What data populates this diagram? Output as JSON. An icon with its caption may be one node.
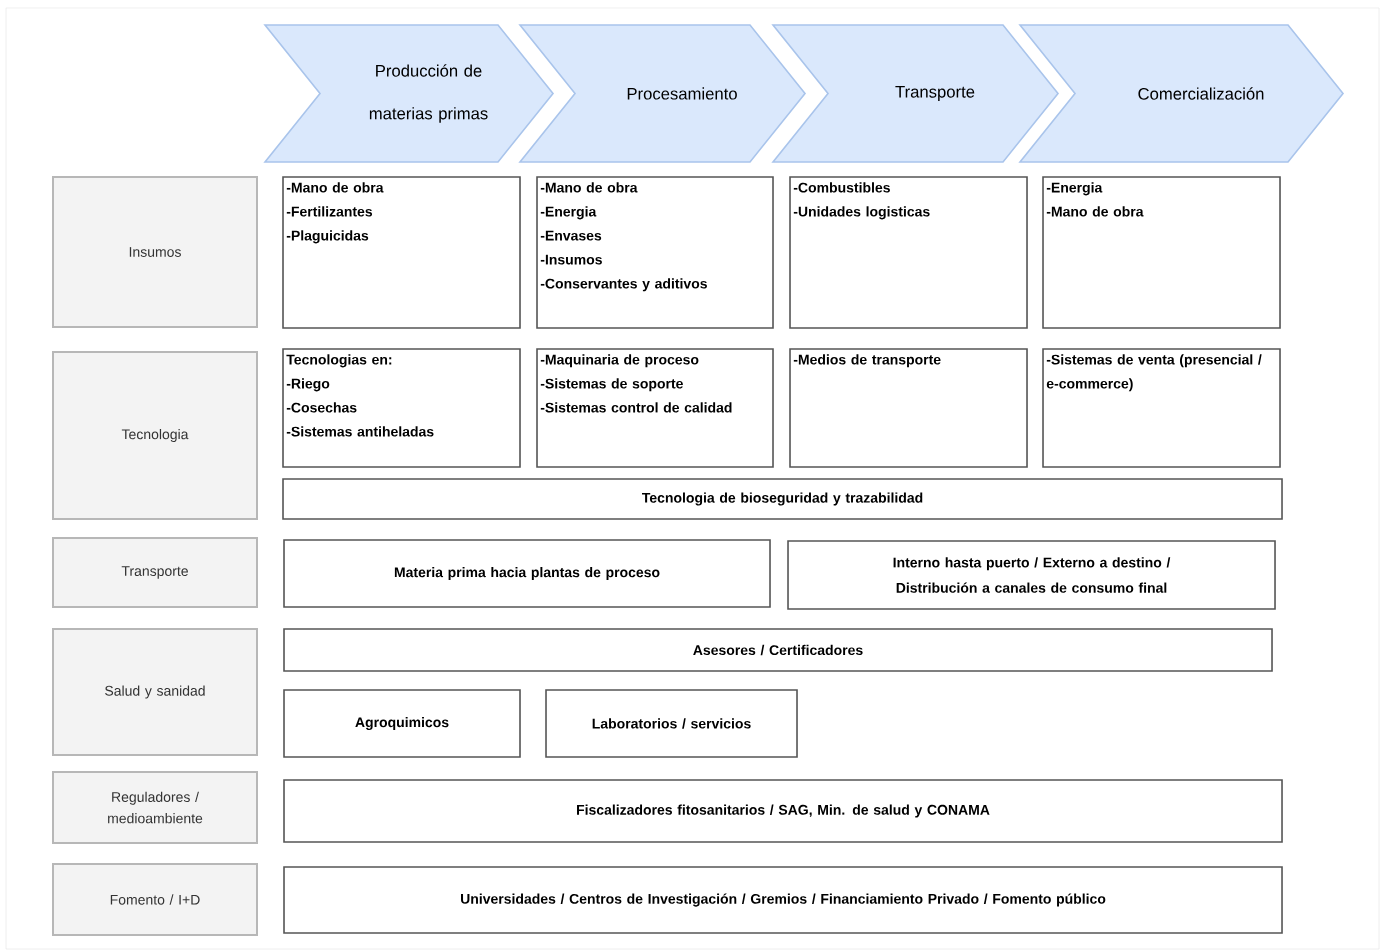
{
  "diagram": {
    "nodes": [
      {
        "text": [
          "Producción de materias primas"
        ]
      },
      {
        "text": [
          "Procesamiento"
        ]
      },
      {
        "text": [
          "Transporte"
        ]
      },
      {
        "text": [
          "Comercialización"
        ]
      },
      {
        "text": [
          "Insumos"
        ]
      },
      {
        "text": [
          "-Mano de obra",
          "-Fertilizantes",
          "-Plaguicidas"
        ]
      },
      {
        "text": [
          "-Mano de obra",
          "-Energia",
          "-Envases",
          "-Insumos",
          "-Conservantes y aditivos"
        ]
      },
      {
        "text": [
          "-Combustibles",
          "-Unidades logisticas"
        ]
      },
      {
        "text": [
          "-Energia",
          "-Mano de obra"
        ]
      },
      {
        "text": [
          "Tecnologia"
        ]
      },
      {
        "text": [
          "Tecnologias en:",
          "-Riego",
          "-Cosechas",
          "-Sistemas antiheladas"
        ]
      },
      {
        "text": [
          "-Maquinaria de proceso",
          "-Sistemas de soporte",
          "-Sistemas control de calidad"
        ]
      },
      {
        "text": [
          "-Medios de transporte"
        ]
      },
      {
        "text": [
          "-Sistemas de venta (presencial / e-commerce)"
        ]
      },
      {
        "text": [
          "Tecnologia de bioseguridad y trazabilidad"
        ]
      },
      {
        "text": [
          "Transporte"
        ]
      },
      {
        "text": [
          "Materia prima hacia plantas de proceso"
        ]
      },
      {
        "text": [
          "Interno hasta puerto / Externo a destino / Distribución a canales de consumo final"
        ]
      },
      {
        "text": [
          "Salud y sanidad"
        ]
      },
      {
        "text": [
          "Asesores / Certificadores"
        ]
      },
      {
        "text": [
          "Agroquimicos"
        ]
      },
      {
        "text": [
          "Laboratorios / servicios"
        ]
      },
      {
        "text": [
          "Reguladores / medioambiente"
        ]
      },
      {
        "text": [
          "Fiscalizadores fitosanitarios / SAG, Min. de salud y CONAMA"
        ]
      },
      {
        "text": [
          "Fomento / I+D"
        ]
      },
      {
        "text": [
          "Universidades / Centros de Investigación / Gremios / Financiamiento Privado / Fomento público"
        ]
      }
    ]
  }
}
